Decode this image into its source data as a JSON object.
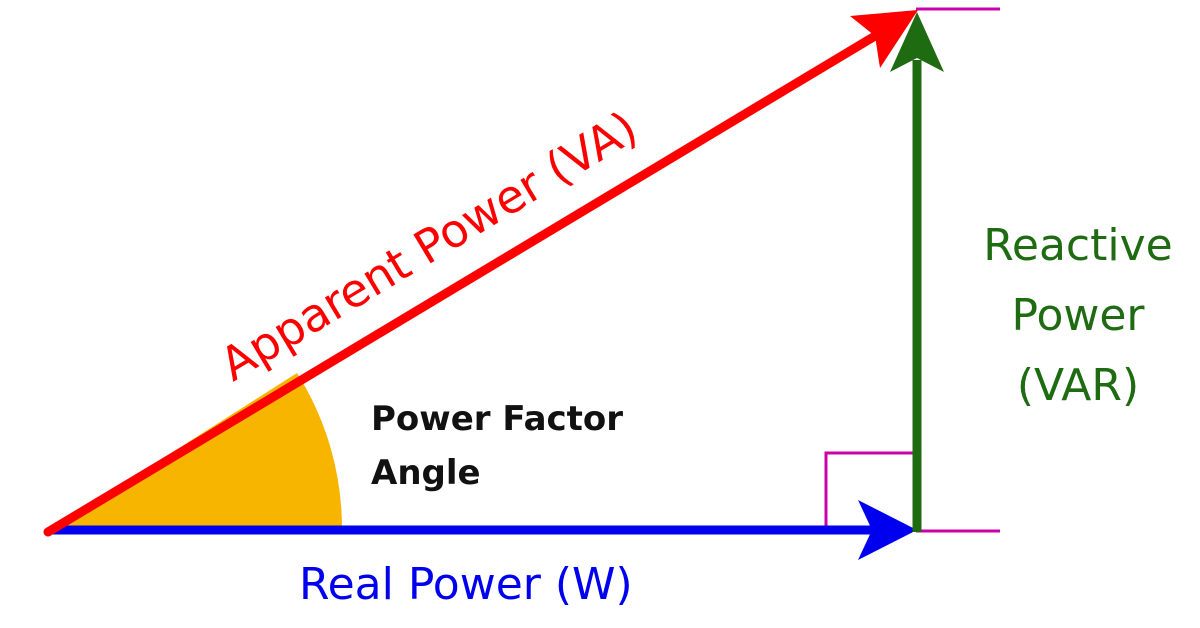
{
  "labels": {
    "apparent_power": "Apparent Power (VA)",
    "real_power": "Real Power (W)",
    "reactive_power_line1": "Reactive",
    "reactive_power_line2": "Power",
    "reactive_power_line3": "(VAR)",
    "angle_line1": "Power Factor",
    "angle_line2": "Angle"
  },
  "colors": {
    "apparent": "#ff0000",
    "real": "#0000ee",
    "reactive": "#1f6b12",
    "angle_fill": "#f7b500",
    "right_angle_marker": "#cc00aa",
    "text_black": "#111111"
  }
}
